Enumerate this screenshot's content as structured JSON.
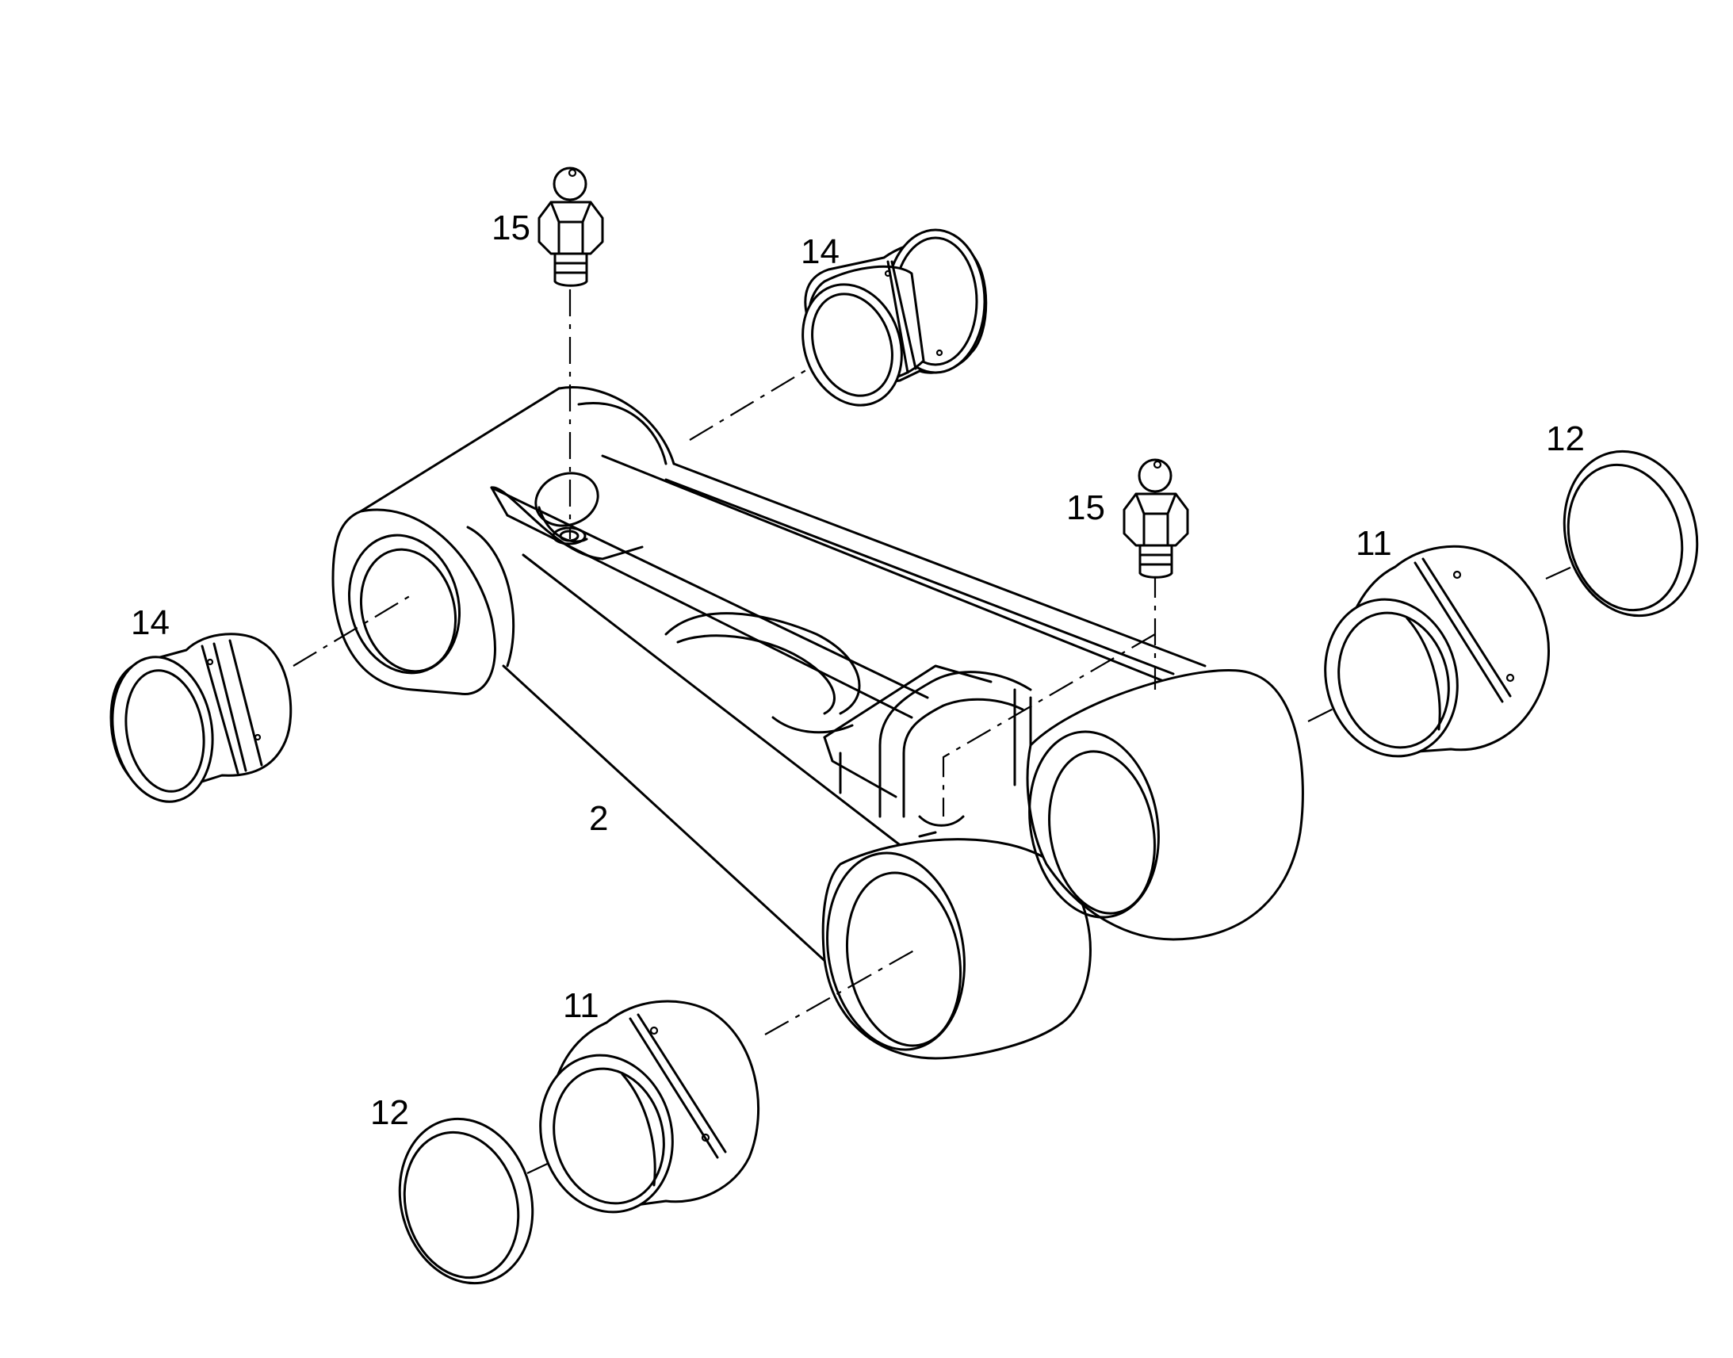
{
  "diagram": {
    "callouts": {
      "arm": "2",
      "bushing_left": "11",
      "bushing_right": "11",
      "ring_left": "12",
      "ring_right": "12",
      "sleeve_top": "14",
      "sleeve_left": "14",
      "fitting_left": "15",
      "fitting_right": "15"
    }
  }
}
